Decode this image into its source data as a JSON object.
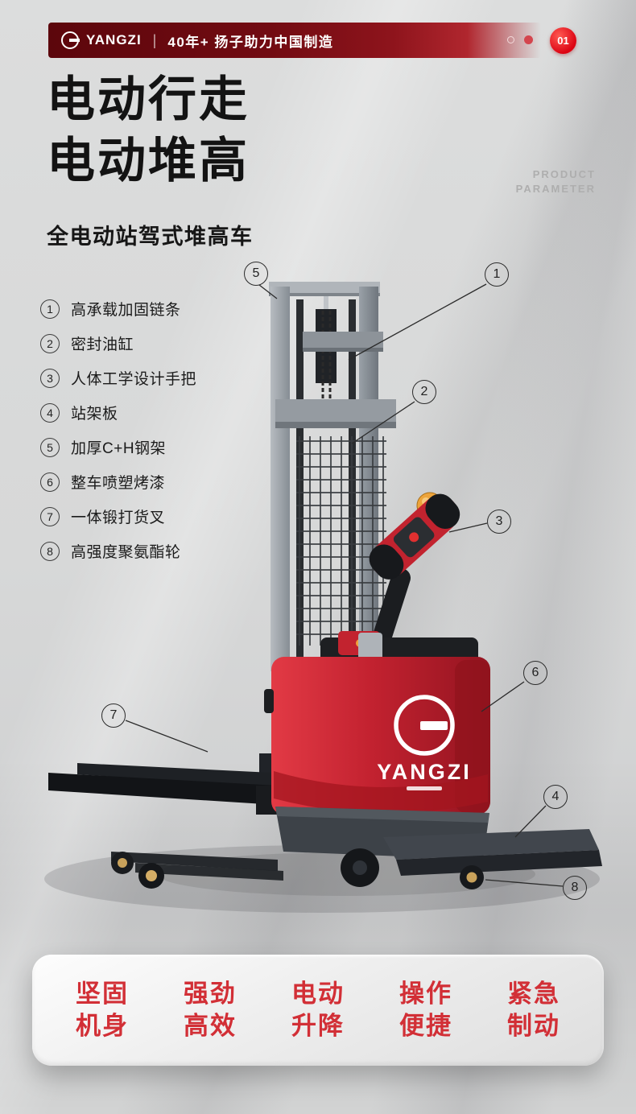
{
  "header": {
    "brand": "YANGZI",
    "divider": "|",
    "tagline": "40年+ 扬子助力中国制造",
    "badge": "01",
    "bar_color": "#720b12",
    "badge_color": "#dc0413"
  },
  "title": {
    "line1": "电动行走",
    "line2": "电动堆高"
  },
  "watermark": {
    "line1": "PRODUCT",
    "line2": "PARAMETER"
  },
  "subtitle": "全电动站驾式堆高车",
  "features": [
    {
      "num": "1",
      "label": "高承载加固链条"
    },
    {
      "num": "2",
      "label": "密封油缸"
    },
    {
      "num": "3",
      "label": "人体工学设计手把"
    },
    {
      "num": "4",
      "label": "站架板"
    },
    {
      "num": "5",
      "label": "加厚C+H钢架"
    },
    {
      "num": "6",
      "label": "整车喷塑烤漆"
    },
    {
      "num": "7",
      "label": "一体锻打货叉"
    },
    {
      "num": "8",
      "label": "高强度聚氨酯轮"
    }
  ],
  "callouts": [
    {
      "num": "1"
    },
    {
      "num": "2"
    },
    {
      "num": "3"
    },
    {
      "num": "4"
    },
    {
      "num": "5"
    },
    {
      "num": "6"
    },
    {
      "num": "7"
    },
    {
      "num": "8"
    }
  ],
  "machine": {
    "brand": "YANGZI"
  },
  "bottom": {
    "items": [
      {
        "line1": "坚固",
        "line2": "机身"
      },
      {
        "line1": "强劲",
        "line2": "高效"
      },
      {
        "line1": "电动",
        "line2": "升降"
      },
      {
        "line1": "操作",
        "line2": "便捷"
      },
      {
        "line1": "紧急",
        "line2": "制动"
      }
    ],
    "text_color": "#d22f36"
  }
}
